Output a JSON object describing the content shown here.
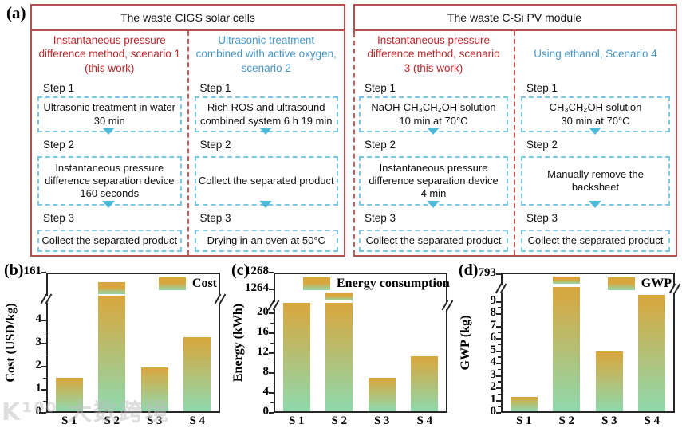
{
  "panel_a": {
    "label": "(a)",
    "groups": [
      {
        "title": "The waste CIGS solar cells"
      },
      {
        "title": "The waste C-Si PV module"
      }
    ],
    "columns": [
      {
        "title": "Instantaneous pressure\ndifference method, scenario 1\n(this work)",
        "title_color": "#c0272b",
        "steps": [
          {
            "label": "Step 1",
            "text": "Ultrasonic treatment in water\n30 min"
          },
          {
            "label": "Step 2",
            "text": "Instantaneous pressure\ndifference separation device\n160 seconds"
          },
          {
            "label": "Step 3",
            "text": "Collect the separated product"
          }
        ]
      },
      {
        "title": "Ultrasonic treatment\ncombined with active oxygen,\nscenario 2",
        "title_color": "#4596c9",
        "steps": [
          {
            "label": "Step 1",
            "text": "Rich ROS and ultrasound\ncombined system 6 h 19 min"
          },
          {
            "label": "Step 2",
            "text": "Collect the separated product"
          },
          {
            "label": "Step 3",
            "text": "Drying in an oven at 50°C"
          }
        ]
      },
      {
        "title": "Instantaneous pressure\ndifference method, scenario\n3 (this work)",
        "title_color": "#c0272b",
        "steps": [
          {
            "label": "Step 1",
            "text": "NaOH-CH₃CH₂OH solution\n10 min at 70°C"
          },
          {
            "label": "Step 2",
            "text": "Instantaneous pressure\ndifference separation device\n4 min"
          },
          {
            "label": "Step 3",
            "text": "Collect the separated product"
          }
        ]
      },
      {
        "title": "Using ethanol, Scenario 4",
        "title_color": "#4596c9",
        "steps": [
          {
            "label": "Step 1",
            "text": "CH₃CH₂OH solution\n30 min at 70°C"
          },
          {
            "label": "Step 2",
            "text": "Manually remove the\nbacksheet"
          },
          {
            "label": "Step 3",
            "text": "Collect the separated product"
          }
        ]
      }
    ]
  },
  "chart_data": [
    {
      "panel": "(b)",
      "type": "bar",
      "categories": [
        "S 1",
        "S 2",
        "S 3",
        "S 4"
      ],
      "values": [
        1.45,
        161,
        1.9,
        3.2
      ],
      "broken_bar_index": 1,
      "axis_break": true,
      "title": "",
      "xlabel": "",
      "ylabel": "Cost (USD/kg)",
      "yticks": [
        0,
        1,
        2,
        3,
        4
      ],
      "upper_axis_labels": [
        "161"
      ],
      "legend": "Cost",
      "legend_position": "top-right",
      "ylim_lower": [
        0,
        5
      ]
    },
    {
      "panel": "(c)",
      "type": "bar",
      "categories": [
        "S 1",
        "S 2",
        "S 3",
        "S 4"
      ],
      "values": [
        21.8,
        1263,
        6.8,
        11
      ],
      "broken_bar_index": 1,
      "axis_break": true,
      "title": "",
      "xlabel": "",
      "ylabel": "Energy (kWh)",
      "yticks": [
        0,
        4,
        8,
        12,
        16,
        20
      ],
      "upper_axis_labels": [
        "1268",
        "1264"
      ],
      "legend": "Energy consumption",
      "legend_position": "top-center",
      "ylim_lower": [
        0,
        22
      ]
    },
    {
      "panel": "(d)",
      "type": "bar",
      "categories": [
        "S 1",
        "S 2",
        "S 3",
        "S 4"
      ],
      "values": [
        1.15,
        793,
        4.85,
        9.4
      ],
      "broken_bar_index": 1,
      "axis_break": true,
      "title": "",
      "xlabel": "",
      "ylabel": "GWP (kg)",
      "yticks": [
        0,
        1,
        2,
        3,
        4,
        5,
        6,
        7,
        8,
        9
      ],
      "upper_axis_labels": [
        "793"
      ],
      "legend": "GWP",
      "legend_position": "top-right",
      "ylim_lower": [
        0,
        10
      ]
    }
  ],
  "colors": {
    "bar_gradient_top": "#d9a63c",
    "bar_gradient_bottom": "#8fd9ad",
    "table_border": "#b5504c",
    "dashed_separator": "#cc5a57",
    "step_box_border": "#7cc7e4",
    "arrow_blue": "#4cb9d9",
    "scenario_red": "#c0272b",
    "scenario_blue": "#4596c9",
    "axis_black": "#262626"
  },
  "watermark": "K¹⁰⁰ 大数跨境"
}
